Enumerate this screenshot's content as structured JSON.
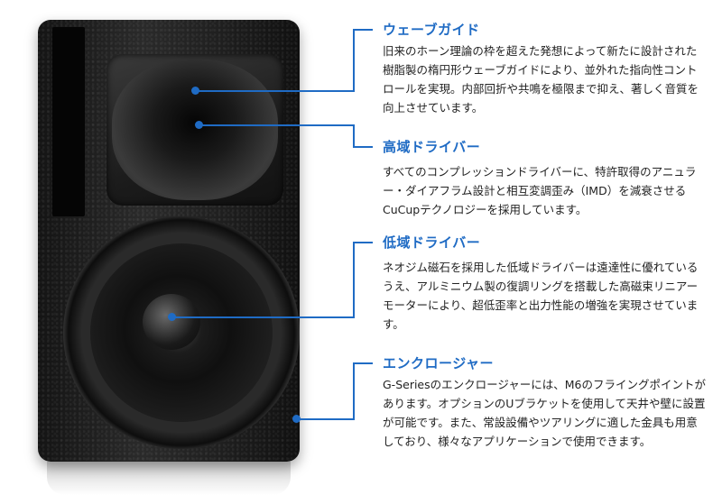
{
  "features": [
    {
      "title": "ウェーブガイド",
      "description": "旧来のホーン理論の枠を超えた発想によって新たに設計された樹脂製の楕円形ウェーブガイドにより、並外れた指向性コントロールを実現。内部回折や共鳴を極限まで抑え、著しく音質を向上させています。"
    },
    {
      "title": "高域ドライバー",
      "description": "すべてのコンプレッションドライバーに、特許取得のアニュラー・ダイアフラム設計と相互変調歪み（IMD）を減衰させるCuCupテクノロジーを採用しています。"
    },
    {
      "title": "低域ドライバー",
      "description": "ネオジム磁石を採用した低域ドライバーは遠達性に優れているうえ、アルミニウム製の復調リングを搭載した高磁束リニアーモーターにより、超低歪率と出力性能の増強を実現させています。"
    },
    {
      "title": "エンクロージャー",
      "description": "G-Seriesのエンクロージャーには、M6のフライングポイントがあります。オプションのUブラケットを使用して天井や壁に設置が可能です。また、常設設備やツアリングに適した金具も用意しており、様々なアプリケーションで使用できます。"
    }
  ],
  "colors": {
    "accent": "#1f6bc4",
    "text": "#222222"
  }
}
